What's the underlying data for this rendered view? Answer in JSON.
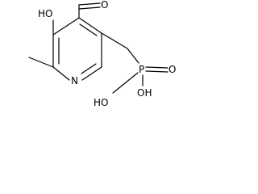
{
  "molecule": {
    "atoms": {
      "hydroxyl": "HO",
      "ring_nitrogen": "N",
      "aldehyde_oxygen": "O",
      "phosphorus": "P",
      "phosphoryl_oxygen": "O",
      "phosphonic_hydroxyl_bottom": "OH",
      "phosphonic_hydroxyl_left": "HO"
    }
  },
  "colors": {
    "bond": "#000000",
    "text": "#000000",
    "background": "#ffffff"
  }
}
